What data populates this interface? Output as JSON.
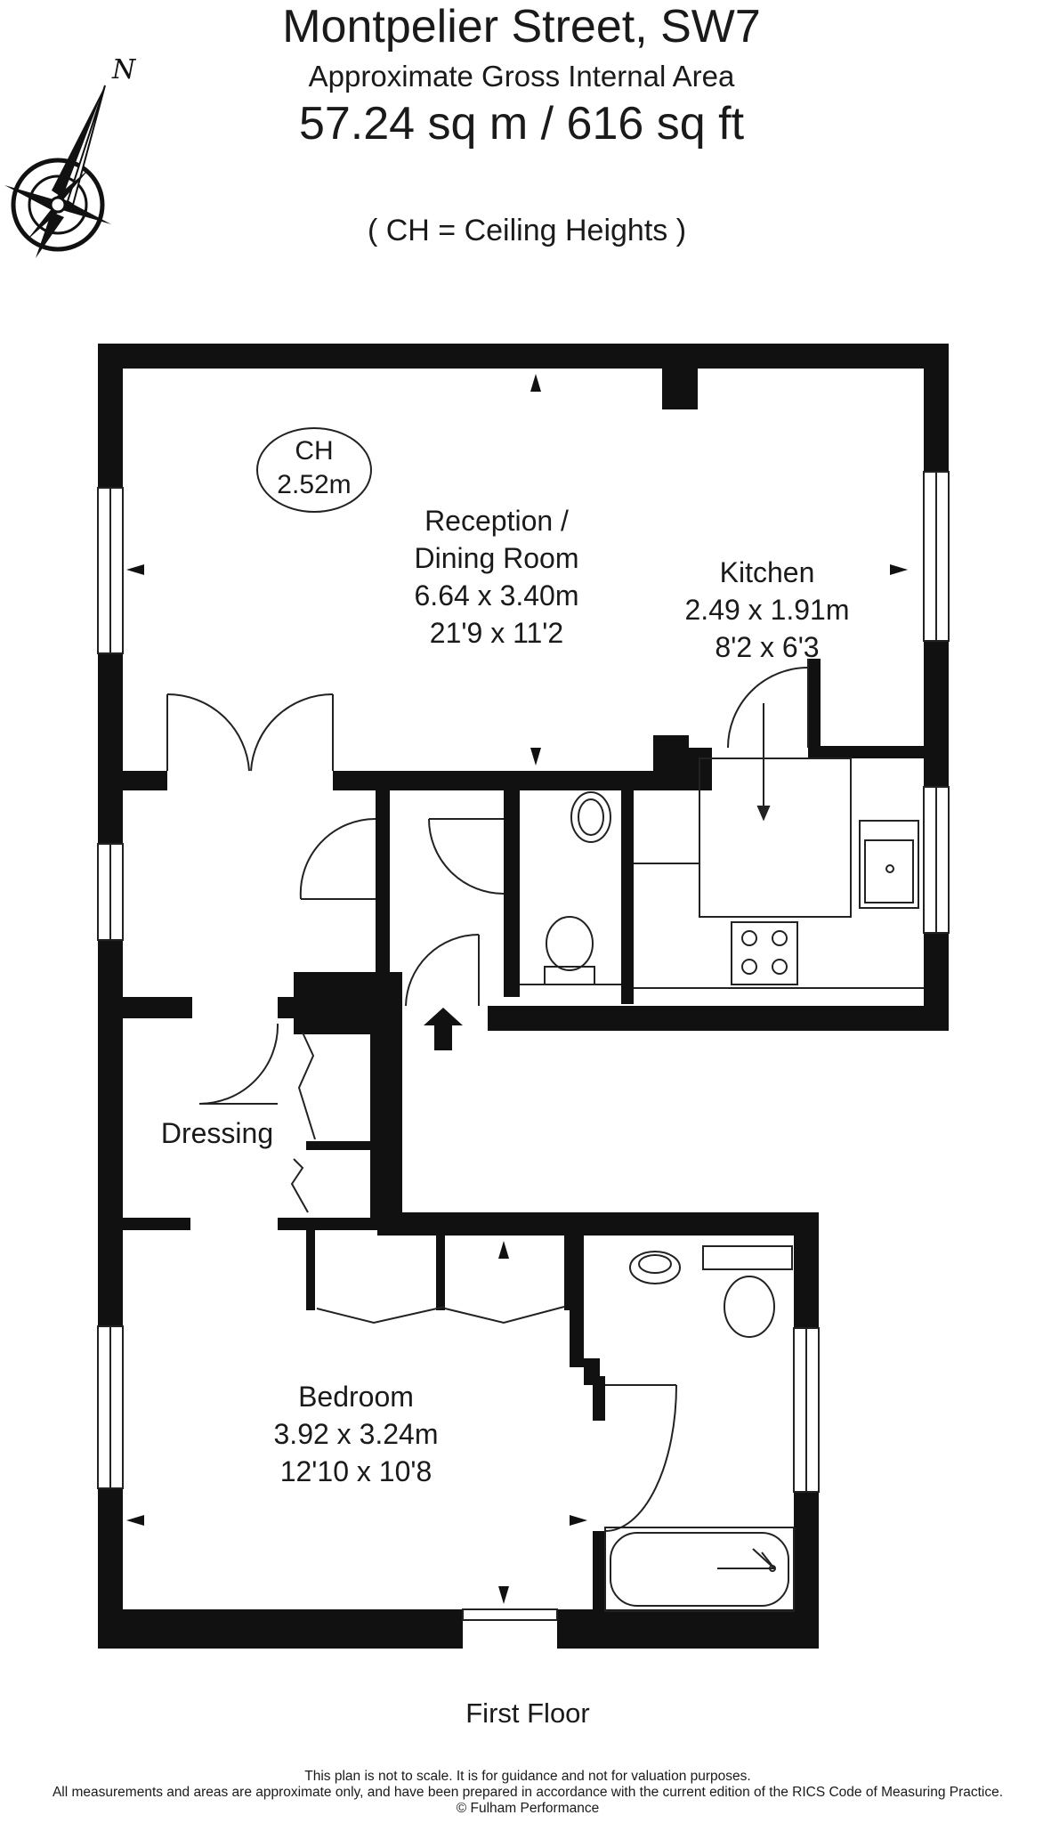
{
  "header": {
    "title": "Montpelier Street, SW7",
    "subtitle": "Approximate Gross Internal Area",
    "area": "57.24 sq m  /  616 sq ft",
    "note": "( CH = Ceiling Heights )"
  },
  "compass": {
    "label": "N",
    "icon": "compass-rose-icon"
  },
  "ceiling_height": {
    "label": "CH",
    "value": "2.52m"
  },
  "rooms": {
    "reception": {
      "name_line1": "Reception /",
      "name_line2": "Dining Room",
      "metric": "6.64 x 3.40m",
      "imperial": "21'9 x 11'2"
    },
    "kitchen": {
      "name": "Kitchen",
      "metric": "2.49 x 1.91m",
      "imperial": "8'2 x 6'3"
    },
    "dressing": {
      "name": "Dressing"
    },
    "bedroom": {
      "name": "Bedroom",
      "metric": "3.92 x 3.24m",
      "imperial": "12'10 x 10'8"
    }
  },
  "floor_label": "First Floor",
  "footer": {
    "disclaimer_1": "This plan is not to scale. It is for guidance and not for valuation purposes.",
    "disclaimer_2": "All measurements and areas are approximate only, and have been prepared in accordance with the current edition of the RICS Code of Measuring Practice.",
    "copyright": "© Fulham Performance"
  },
  "colors": {
    "wall": "#111111",
    "line": "#222222",
    "background": "#ffffff"
  }
}
